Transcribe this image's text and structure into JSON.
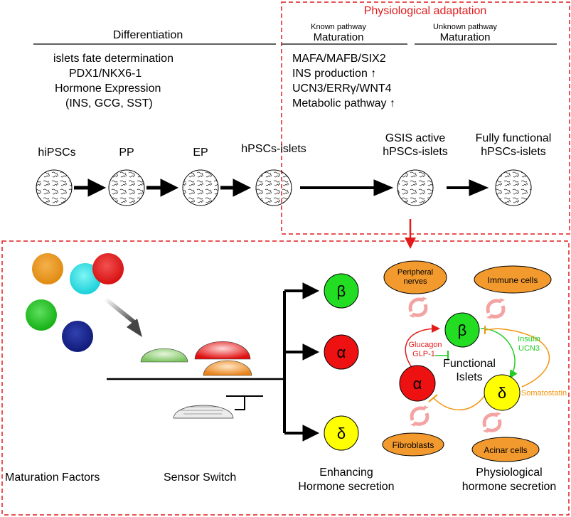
{
  "top": {
    "adaptation_title": "Physiological adaptation",
    "differentiation_title": "Differentiation",
    "known_pathway": "Known pathway",
    "known_maturation": "Maturation",
    "unknown_pathway": "Unknown pathway",
    "unknown_maturation": "Maturation",
    "diff_lines": [
      "islets fate determination",
      "PDX1/NKX6-1",
      "Hormone Expression",
      "(INS, GCG, SST)"
    ],
    "known_lines": [
      "MAFA/MAFB/SIX2",
      "INS production ↑",
      "UCN3/ERRγ/WNT4",
      "Metabolic pathway ↑"
    ],
    "stages": [
      {
        "line1": "hiPSCs",
        "line2": ""
      },
      {
        "line1": "PP",
        "line2": ""
      },
      {
        "line1": "EP",
        "line2": ""
      },
      {
        "line1": "hPSCs-islets",
        "line2": ""
      },
      {
        "line1": "GSIS active",
        "line2": "hPSCs-islets"
      },
      {
        "line1": "Fully functional",
        "line2": "hPSCs-islets"
      }
    ]
  },
  "bottom": {
    "cell_types": [
      {
        "symbol": "β",
        "color": "#22dd22"
      },
      {
        "symbol": "α",
        "color": "#ee1111"
      },
      {
        "symbol": "δ",
        "color": "#ffff00"
      }
    ],
    "network": {
      "beta": "β",
      "alpha": "α",
      "delta": "δ",
      "center_line1": "Functional",
      "center_line2": "Islets",
      "glucagon": "Glucagon",
      "glp1": "GLP-1",
      "insulin": "Insulin",
      "ucn3": "UCN3",
      "somatostatin": "Somatostatin",
      "peripheral_nerves_1": "Peripheral",
      "peripheral_nerves_2": "nerves",
      "immune_cells": "Immune cells",
      "fibroblasts": "Fibroblasts",
      "acinar_cells": "Acinar cells"
    },
    "labels": {
      "maturation_factors": "Maturation Factors",
      "sensor_switch": "Sensor Switch",
      "enhancing_1": "Enhancing",
      "enhancing_2": "Hormone secretion",
      "physiological_1": "Physiological",
      "physiological_2": "hormone secretion"
    }
  },
  "colors": {
    "red": "#ee2222",
    "green": "#22dd22",
    "yellow": "#ffff00",
    "orange": "#f29a2e",
    "beta_green": "#22dd22",
    "alpha_red": "#ee1111"
  }
}
